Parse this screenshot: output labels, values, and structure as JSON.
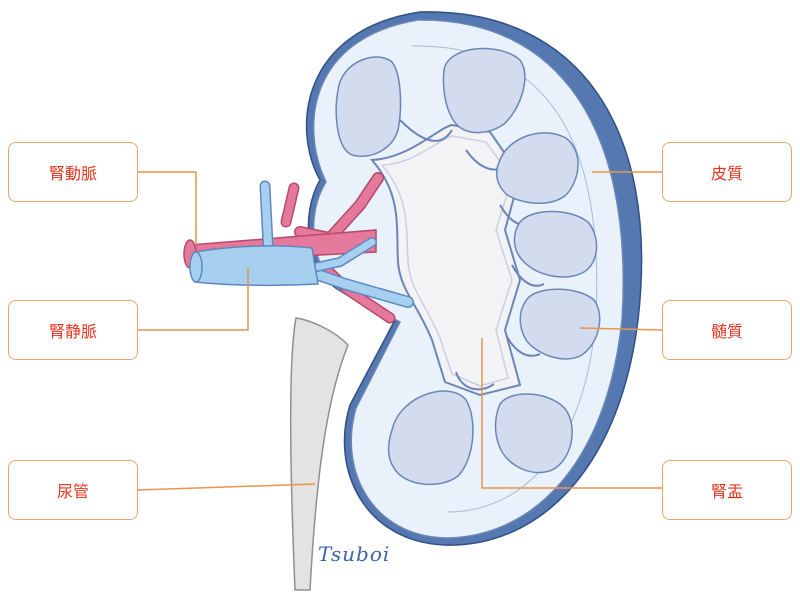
{
  "labels": {
    "renal_artery": "腎動脈",
    "renal_vein": "腎静脈",
    "ureter": "尿管",
    "cortex": "皮質",
    "medulla": "髄質",
    "renal_pelvis": "腎盂"
  },
  "watermark": "Tsuboi",
  "colors": {
    "label_text": "#e8331c",
    "label_border": "#eea56a",
    "leader_line": "#e9944f",
    "kidney_fill": "#e9f1fa",
    "kidney_outline": "#6a86b8",
    "capsule": "#5578b0",
    "pyramid_fill": "#d2dcee",
    "pelvis_fill": "#f3f3f5",
    "artery": "#e5799c",
    "vein": "#a7cff0",
    "ureter_fill": "#e3e3e3",
    "watermark": "#3e63ad"
  }
}
